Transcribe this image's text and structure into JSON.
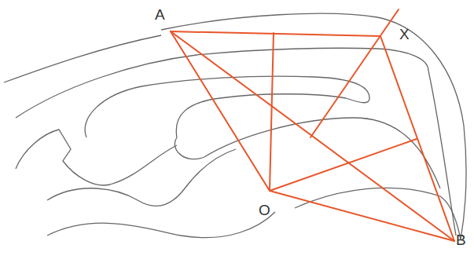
{
  "diagram": {
    "labels": [
      "A",
      "X",
      "O",
      "B"
    ]
  }
}
